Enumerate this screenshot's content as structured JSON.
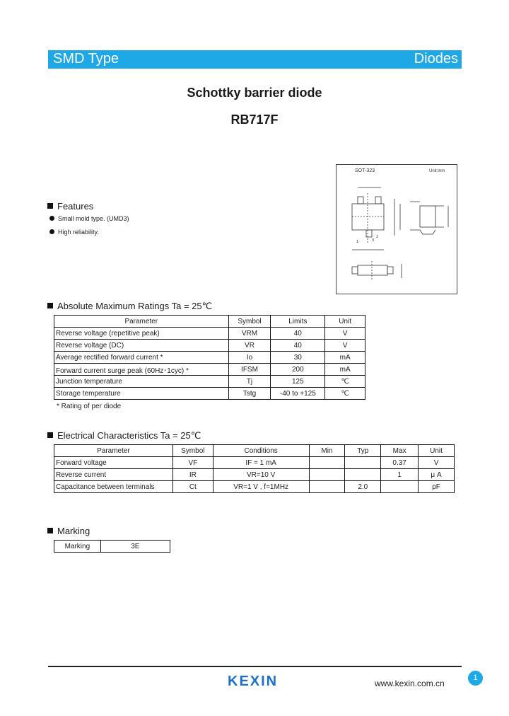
{
  "header": {
    "left": "SMD Type",
    "right": "Diodes"
  },
  "title": {
    "line1": "Schottky barrier diode",
    "line2": "RB717F"
  },
  "package": {
    "name": "SOT-323",
    "unit": "Unit:mm"
  },
  "features": {
    "heading": "Features",
    "items": [
      "Small mold type. (UMD3)",
      "High reliability."
    ]
  },
  "abs_max": {
    "heading": "Absolute Maximum Ratings Ta = 25℃",
    "columns": [
      "Parameter",
      "Symbol",
      "Limits",
      "Unit"
    ],
    "rows": [
      [
        "Reverse voltage (repetitive peak)",
        "VRM",
        "40",
        "V"
      ],
      [
        "Reverse voltage (DC)",
        "VR",
        "40",
        "V"
      ],
      [
        "Average rectified forward current *",
        "Io",
        "30",
        "mA"
      ],
      [
        "Forward current surge peak (60Hz･1cyc) *",
        "IFSM",
        "200",
        "mA"
      ],
      [
        "Junction temperature",
        "Tj",
        "125",
        "℃"
      ],
      [
        "Storage temperature",
        "Tstg",
        "-40 to +125",
        "℃"
      ]
    ],
    "note": "* Rating of per diode"
  },
  "elec": {
    "heading": "Electrical Characteristics Ta = 25℃",
    "columns": [
      "Parameter",
      "Symbol",
      "Conditions",
      "Min",
      "Typ",
      "Max",
      "Unit"
    ],
    "rows": [
      [
        "Forward voltage",
        "VF",
        "IF = 1 mA",
        "",
        "",
        "0.37",
        "V"
      ],
      [
        "Reverse current",
        "IR",
        "VR=10 V",
        "",
        "",
        "1",
        "μ A"
      ],
      [
        "Capacitance between terminals",
        "Ct",
        "VR=1 V , f=1MHz",
        "",
        "2.0",
        "",
        "pF"
      ]
    ]
  },
  "marking": {
    "heading": "Marking",
    "label": "Marking",
    "value": "3E"
  },
  "footer": {
    "logo": "KEXIN",
    "url": "www.kexin.com.cn",
    "page": "1"
  }
}
